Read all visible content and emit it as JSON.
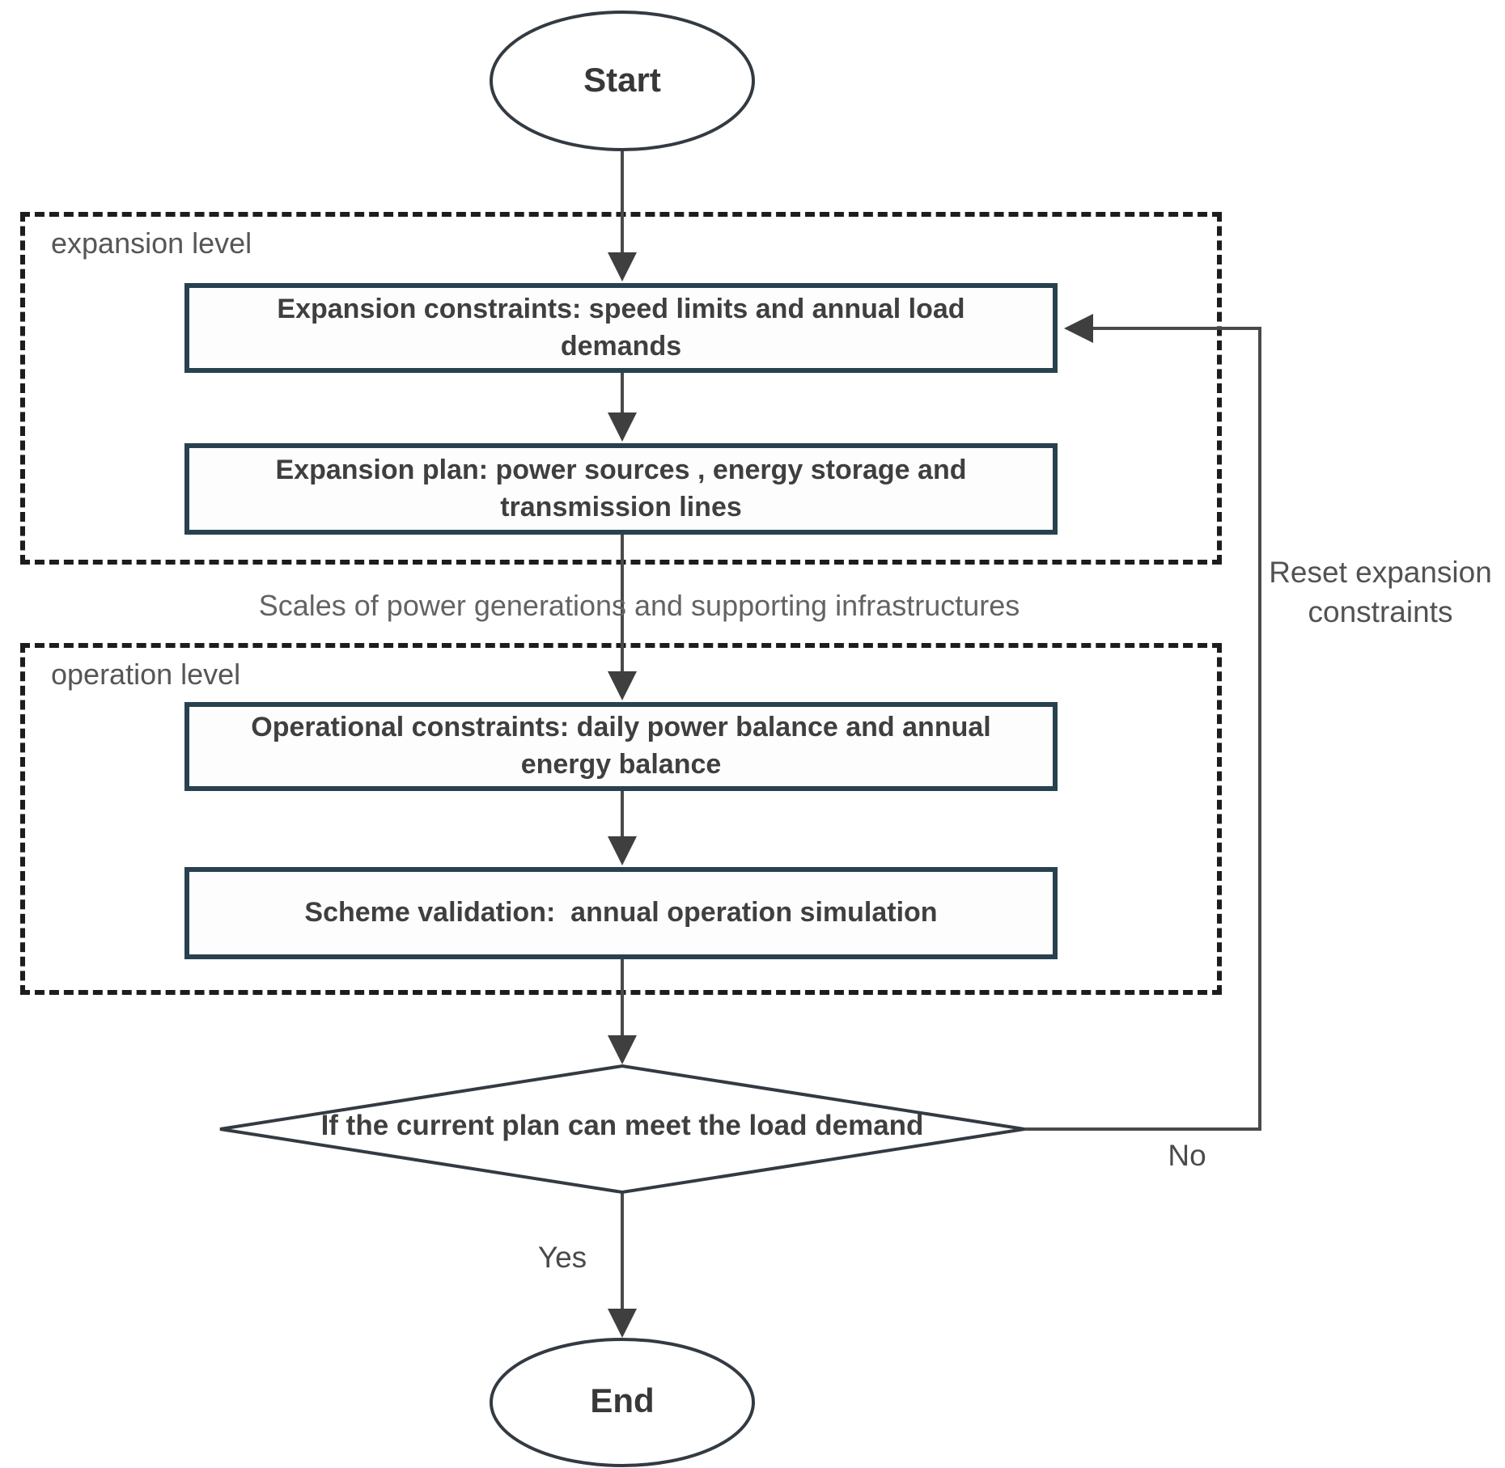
{
  "diagram": {
    "title": "Two-level power system expansion planning flowchart",
    "nodes": {
      "start": {
        "type": "terminator",
        "label": "Start"
      },
      "expansion_constraints": {
        "type": "process",
        "label": "Expansion constraints: speed limits and annual load demands"
      },
      "expansion_plan": {
        "type": "process",
        "label": "Expansion plan: power sources , energy storage and transmission lines"
      },
      "operational_constraints": {
        "type": "process",
        "label": "Operational constraints: daily power balance and annual energy balance"
      },
      "scheme_validation": {
        "type": "process",
        "label": "Scheme validation:  annual operation simulation"
      },
      "decision": {
        "type": "decision",
        "label": "If the current plan can meet the load demand"
      },
      "end": {
        "type": "terminator",
        "label": "End"
      }
    },
    "groups": {
      "expansion": {
        "label": "expansion level"
      },
      "operation": {
        "label": "operation level"
      }
    },
    "edge_labels": {
      "scales": "Scales of power generations and supporting infrastructures",
      "yes": "Yes",
      "no": "No",
      "reset": "Reset expansion constraints"
    },
    "colors": {
      "process_border": "#27414f",
      "shape_border": "#333a42",
      "dashed_border": "#1d1d1d",
      "connector": "#4a4a4a",
      "text_dark": "#3f3f3f",
      "text_gray": "#636363"
    }
  }
}
